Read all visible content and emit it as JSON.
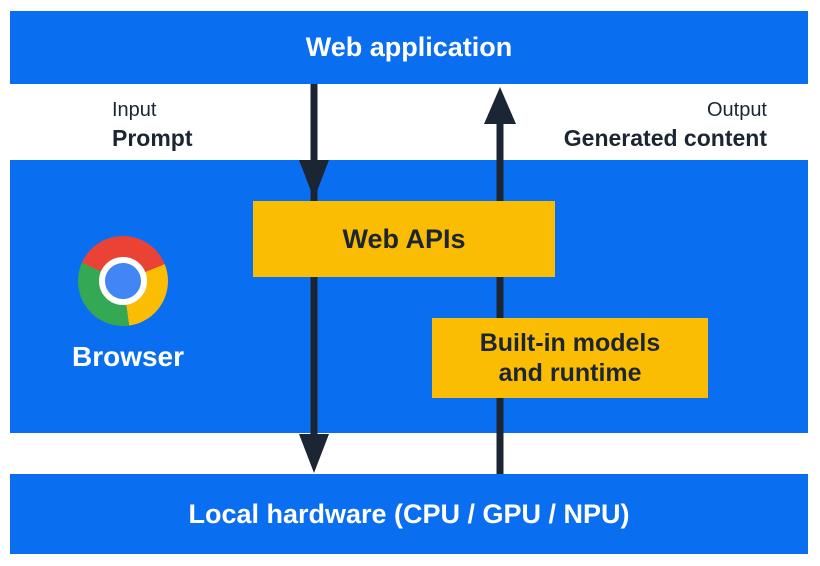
{
  "diagram": {
    "web_application_bar": {
      "label": "Web application"
    },
    "input_annotation": {
      "heading": "Input",
      "value": "Prompt"
    },
    "output_annotation": {
      "heading": "Output",
      "value": "Generated content"
    },
    "browser_section": {
      "browser_label": "Browser",
      "chrome_icon": "chrome-browser-logo",
      "web_apis_box": {
        "label": "Web APIs"
      },
      "built_in_box": {
        "line1": "Built-in models",
        "line2": "and runtime"
      }
    },
    "local_hardware_bar": {
      "label": "Local hardware (CPU / GPU / NPU)"
    },
    "arrows": {
      "down_arrow": "prompt-flow-down",
      "up_arrow": "generated-content-flow-up"
    },
    "colors": {
      "section_blue": "#0a6ef0",
      "box_yellow": "#fbbc04",
      "arrow_navy": "#1c2533",
      "text_white": "#ffffff",
      "chrome_red": "#ea4335",
      "chrome_yellow": "#fbbc04",
      "chrome_green": "#34a853",
      "chrome_blue": "#4285f4"
    }
  }
}
